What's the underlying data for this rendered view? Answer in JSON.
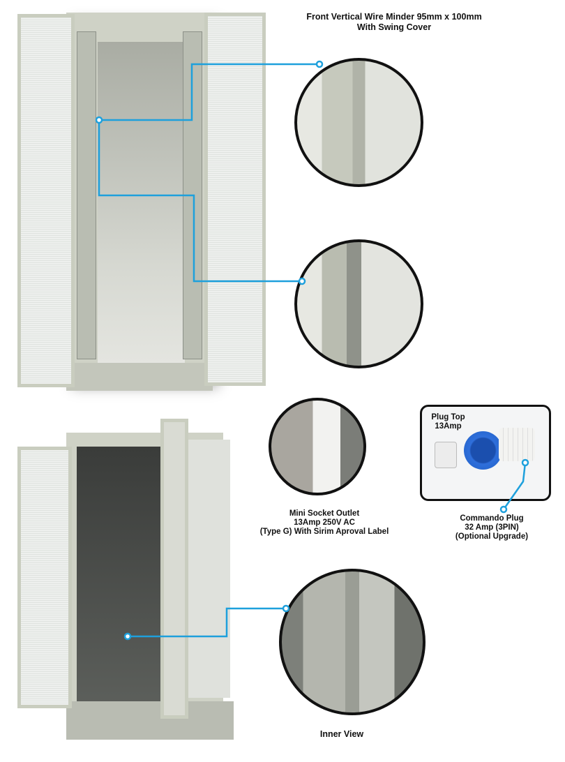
{
  "labels": {
    "wire_minder_line1": "Front Vertical Wire Minder 95mm x 100mm",
    "wire_minder_line2": "With Swing Cover",
    "socket_line1": "Mini Socket Outlet",
    "socket_line2": "13Amp 250V AC",
    "socket_line3": "(Type G) With Sirim Aproval Label",
    "plug_top_line1": "Plug Top",
    "plug_top_line2": "13Amp",
    "commando_line1": "Commando Plug",
    "commando_line2": "32 Amp (3PIN)",
    "commando_line3": "(Optional Upgrade)",
    "inner_view": "Inner View"
  },
  "colors": {
    "callout": "#1ea0dc",
    "cabinet": "#c9cdbf",
    "plug_blue": "#1f5fc4"
  }
}
